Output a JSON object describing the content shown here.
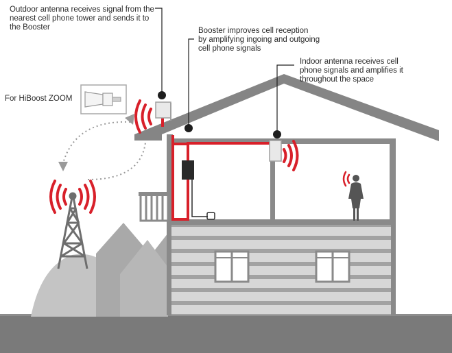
{
  "captions": {
    "outdoor_antenna": "Outdoor antenna receives signal from the\nnearest cell phone tower and sends it to\nthe Booster",
    "booster": "Booster improves cell reception\nby amplifying ingoing and outgoing\ncell phone signals",
    "indoor_antenna": "Indoor antenna receives cell\nphone signals and amplifies it\nthroughout the space",
    "product": "For HiBoost ZOOM"
  },
  "colors": {
    "cable": "#d8202a",
    "signal_waves": "#d8202a",
    "house_dark": "#7f7f7f",
    "house_wall": "#a7a7a7",
    "siding": "#d5d5d5",
    "hills": "#bdbdbd",
    "ground": "#7a7a7a",
    "tower": "#6e6e6e",
    "booster": "#2a2a2a",
    "person": "#555555"
  },
  "icons": {
    "outdoor_antenna": "panel-antenna-icon",
    "indoor_antenna": "ceiling-antenna-icon",
    "booster": "booster-unit-icon",
    "tower": "cell-tower-icon",
    "person": "person-on-phone-icon",
    "product": "directional-antenna-icon"
  }
}
